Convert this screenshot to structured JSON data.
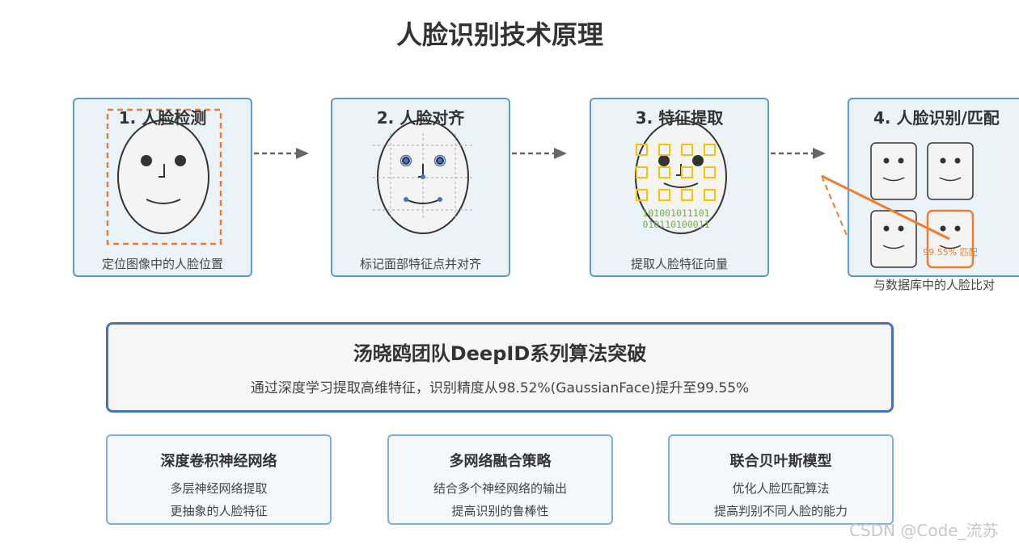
{
  "title": "人脸识别技术原理",
  "steps": [
    {
      "title": "1. 人脸检测",
      "desc": "定位图像中的人脸位置"
    },
    {
      "title": "2. 人脸对齐",
      "desc": "标记面部特征点并对齐"
    },
    {
      "title": "3. 特征提取",
      "desc": "提取人脸特征向量",
      "binary_line1": "101001011101",
      "binary_line2": "010110100011"
    },
    {
      "title": "4. 人脸识别/匹配",
      "desc": "与数据库中的人脸比对",
      "match_label": "99.55% 匹配"
    }
  ],
  "banner": {
    "title": "汤晓鸥团队DeepID系列算法突破",
    "text": "通过深度学习提取高维特征，识别精度从98.52%(GaussianFace)提升至99.55%"
  },
  "features": [
    {
      "title": "深度卷积神经网络",
      "line1": "多层神经网络提取",
      "line2": "更抽象的人脸特征"
    },
    {
      "title": "多网络融合策略",
      "line1": "结合多个神经网络的输出",
      "line2": "提高识别的鲁棒性"
    },
    {
      "title": "联合贝叶斯模型",
      "line1": "优化人脸匹配算法",
      "line2": "提高判别不同人脸的能力"
    }
  ],
  "watermark": "CSDN @Code_流苏",
  "colors": {
    "step_bg": "#e9f3f8",
    "step_border": "#5b9bd5",
    "detect_box": "#ed7d31",
    "landmark": "#4472c4",
    "feature_box": "#ffc000",
    "binary": "#70ad47",
    "match": "#ed7d31",
    "banner_border": "#4472c4",
    "arrow": "#666666"
  }
}
